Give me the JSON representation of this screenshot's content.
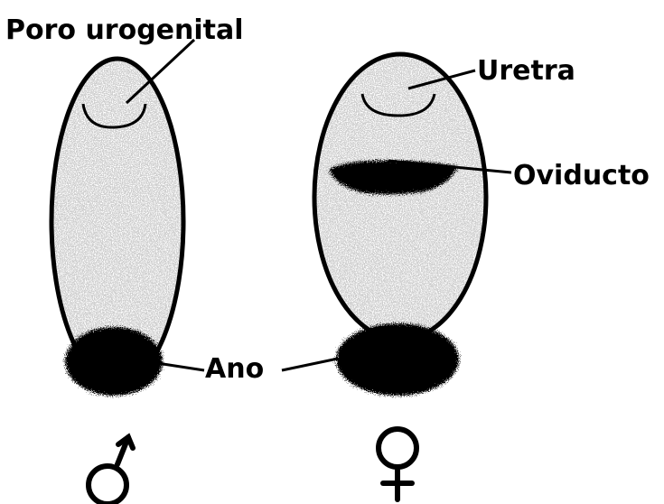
{
  "labels": {
    "urogenital_pore": "Poro urogenital",
    "urethra": "Uretra",
    "oviduct": "Oviducto",
    "anus": "Ano"
  },
  "symbols": {
    "male": "male-sign-icon",
    "female": "female-sign-icon"
  },
  "colors": {
    "ink": "#000000",
    "speckle": "#a8a8a8",
    "background": "#ffffff"
  }
}
